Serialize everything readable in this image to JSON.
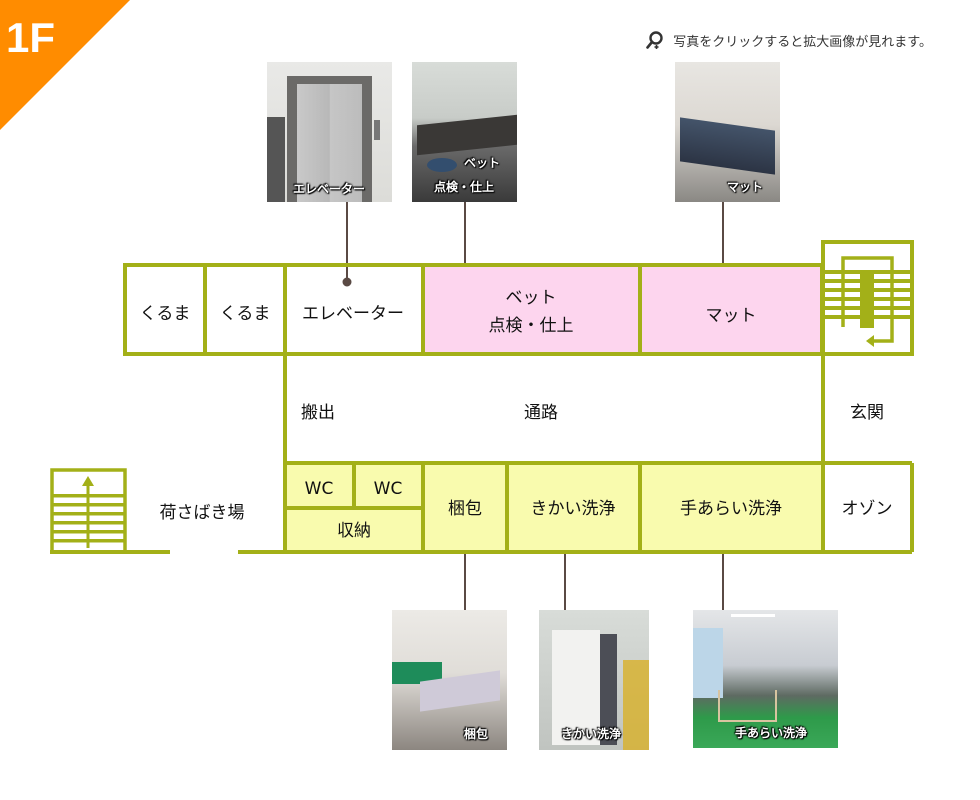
{
  "floor_badge": "1F",
  "hint_text": "写真をクリックすると拡大画像が見れます。",
  "hint_icon": "magnifier-icon",
  "colors": {
    "accent_orange": "#ff8c00",
    "wall_green": "#a3b018",
    "room_pink": "#fdd5ee",
    "room_yellow": "#f9fbae",
    "connector": "#5a4a44"
  },
  "rooms": {
    "kuruma1": "くるま",
    "kuruma2": "くるま",
    "elevator": "エレベーター",
    "bed_line1": "ベット",
    "bed_line2": "点検・仕上",
    "mat": "マット",
    "hanshutsu": "搬出",
    "corridor": "通路",
    "entrance": "玄関",
    "loading": "荷さばき場",
    "wc1": "WC",
    "wc2": "WC",
    "storage": "収納",
    "packing": "梱包",
    "machine_wash": "きかい洗浄",
    "hand_wash": "手あらい洗浄",
    "ozone": "オゾン"
  },
  "photos": {
    "elevator": {
      "caption": "エレベーター"
    },
    "bed": {
      "caption_line1": "ベット",
      "caption_line2": "点検・仕上"
    },
    "mat": {
      "caption": "マット"
    },
    "packing": {
      "caption": "梱包"
    },
    "machine_wash": {
      "caption": "きかい洗浄"
    },
    "hand_wash": {
      "caption": "手あらい洗浄"
    }
  }
}
